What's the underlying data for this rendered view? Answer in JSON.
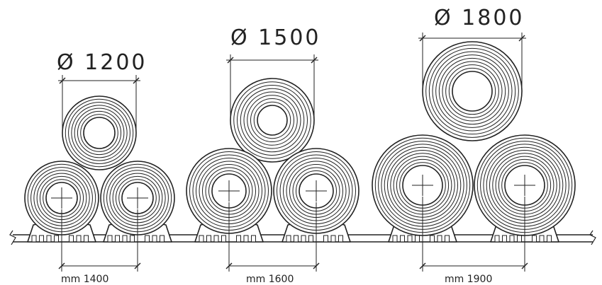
{
  "groups": [
    {
      "diameter_label": "Ø 1200",
      "spacing_label": "mm 1400"
    },
    {
      "diameter_label": "Ø 1500",
      "spacing_label": "mm 1600"
    },
    {
      "diameter_label": "Ø 1800",
      "spacing_label": "mm 1900"
    }
  ],
  "colors": {
    "line": "#222222",
    "background": "#ffffff"
  }
}
